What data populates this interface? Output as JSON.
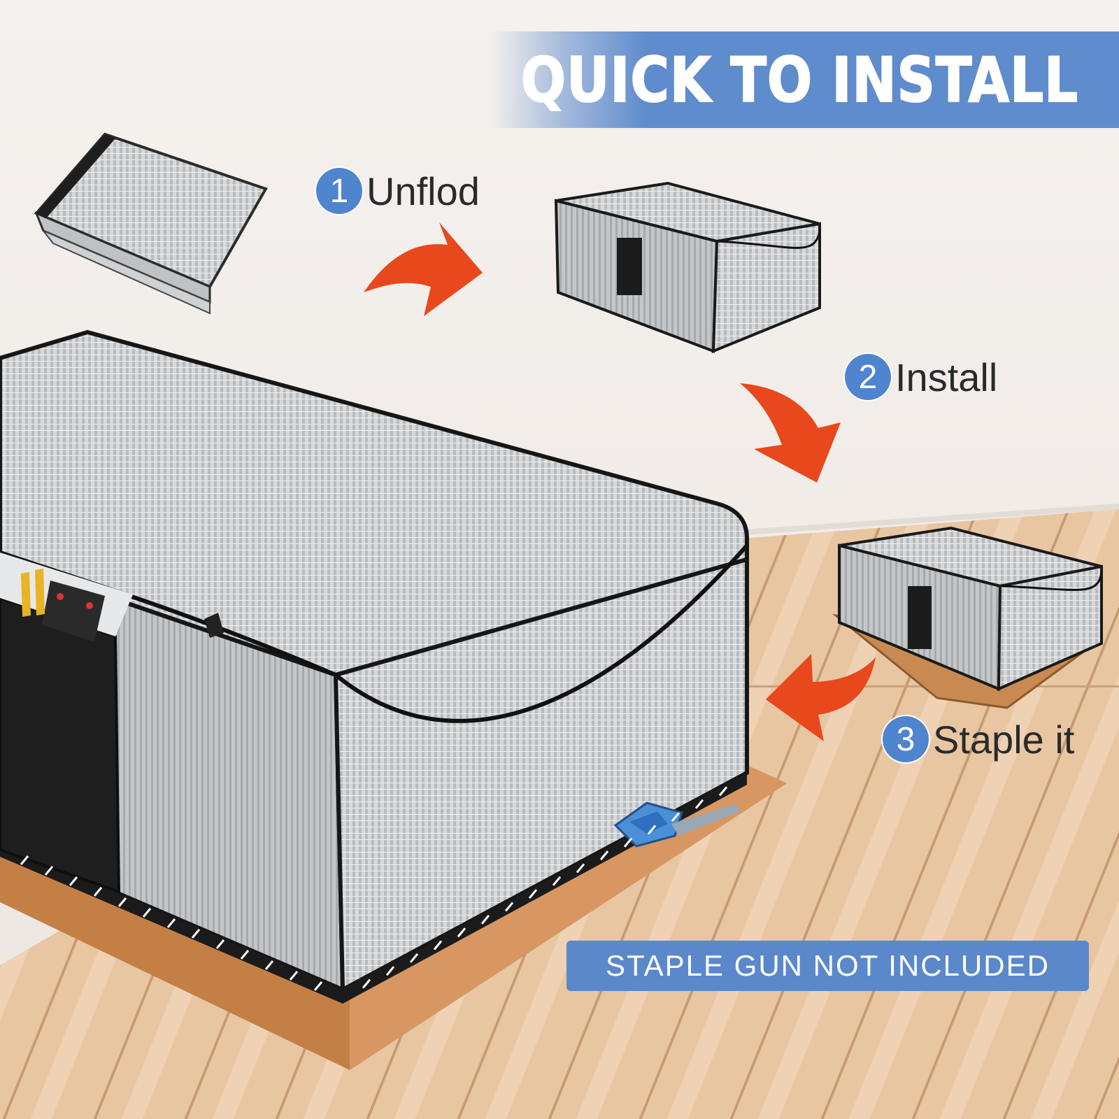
{
  "banner": {
    "title": "QUICK TO INSTALL"
  },
  "steps": [
    {
      "number": "1",
      "label": "Unflod"
    },
    {
      "number": "2",
      "label": "Install"
    },
    {
      "number": "3",
      "label": "Staple it"
    }
  ],
  "notice": {
    "text": "STAPLE GUN NOT INCLUDED"
  },
  "colors": {
    "banner_blue": "#5f8ccd",
    "step_badge_blue": "#4f84cf",
    "arrow_orange": "#e8481c",
    "floor_wood": "#e7c29e",
    "base_board": "#c9874f",
    "foil_silver": "#cfd1d3"
  },
  "icons": [
    "step-arrow-icon",
    "staple-gun-icon",
    "zipper-icon",
    "remote-control-icon",
    "pencil-icon"
  ]
}
